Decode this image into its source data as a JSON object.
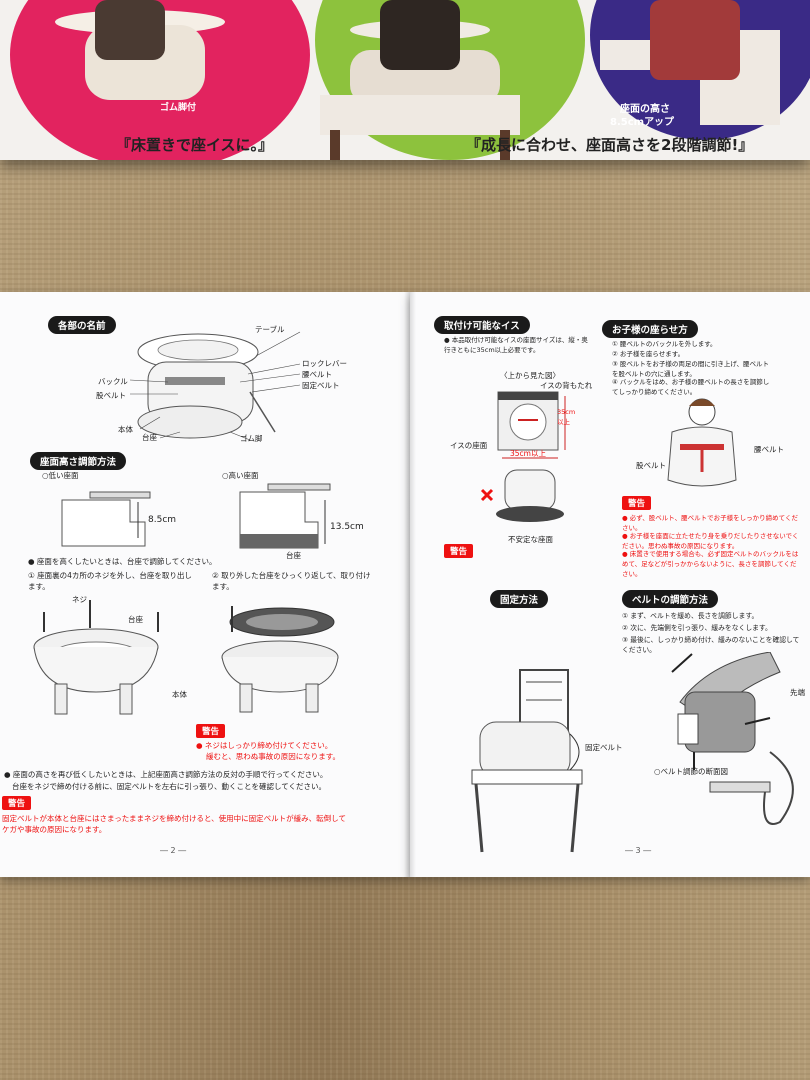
{
  "box": {
    "caption_left": "『床置きで座イスに。』",
    "caption_right": "『成長に合わせ、座面高さを2段階調節!』",
    "label_rubber_feet": "ゴム脚付",
    "label_seat_height": "座面の高さ",
    "label_seat_height_up": "8.5cmアップ",
    "colors": {
      "pink": "#e2235f",
      "green": "#8dc23d",
      "navy": "#3a2a86"
    }
  },
  "left_page": {
    "heading_parts": "各部の名前",
    "part_labels": [
      "テーブル",
      "ロックレバー",
      "腰ベルト",
      "固定ベルト",
      "バックル",
      "股ベルト",
      "本体",
      "台座",
      "ゴム脚"
    ],
    "heading_height": "座面高さ調節方法",
    "low_seat": "○低い座面",
    "high_seat": "○高い座面",
    "dim_low": "8.5cm",
    "dim_high": "13.5cm",
    "base_label": "台座",
    "note_raise": "● 座面を高くしたいときは、台座で調節してください。",
    "step1": "① 座面裏の4カ所のネジを外し、台座を取り出します。",
    "step2": "② 取り外した台座をひっくり返して、取り付けます。",
    "screw_label": "ネジ",
    "base_label2": "台座",
    "body_label": "本体",
    "warning_badge": "警告",
    "warning_text1": "● ネジはしっかり締め付けてください。",
    "warning_text2": "緩むと、思わぬ事故の原因になります。",
    "note_lower1": "● 座面の高さを再び低くしたいときは、上記座面高さ調節方法の反対の手順で行ってください。",
    "note_lower2": "台座をネジで締め付ける前に、固定ベルトを左右に引っ張り、動くことを確認してください。",
    "warning_bottom_badge": "警告",
    "warning_bottom1": "固定ベルトが本体と台座にはさまったままネジを締め付けると、使用中に固定ベルトが緩み、転倒して",
    "warning_bottom2": "ケガや事故の原因になります。",
    "page_number": "― 2 ―"
  },
  "right_page": {
    "heading_chairs": "取付け可能なイス",
    "chair_note": "● 本品取付け可能なイスの座面サイズは、縦・奥行きともに35cm以上必要です。",
    "top_view": "〈上から見た図〉",
    "chair_back": "イスの背もたれ",
    "chair_seat": "イスの座面",
    "dim_35_side": "35cm以上",
    "dim_35_bottom": "35cm以上",
    "unstable_seat": "不安定な座面",
    "warning_badge": "警告",
    "heading_attach": "固定方法",
    "fix_belt": "固定ベルト",
    "heading_seating": "お子様の座らせ方",
    "seat_step1": "① 腰ベルトのバックルを外します。",
    "seat_step2": "② お子様を座らせます。",
    "seat_step3": "③ 股ベルトをお子様の両足の間に引き上げ、腰ベルトを股ベルトの穴に通します。",
    "seat_step4": "④ バックルをはめ、お子様の腰ベルトの長さを調節してしっかり締めてください。",
    "waist_belt": "腰ベルト",
    "crotch_belt": "股ベルト",
    "warning2_badge": "警告",
    "warning2_1": "● 必ず、股ベルト、腰ベルトでお子様をしっかり締めてください。",
    "warning2_2": "● お子様を座面に立たせたり身を乗りだしたりさせないでください。思わぬ事故の原因になります。",
    "warning2_3": "● 床置きで使用する場合も、必ず固定ベルトのバックルをはめて、足などが引っかからないように、長さを調節してください。",
    "heading_belt": "ベルトの調節方法",
    "belt_step1": "① まず、ベルトを緩め、長さを調節します。",
    "belt_step2": "② 次に、先端側を引っ張り、緩みをなくします。",
    "belt_step3": "③ 最後に、しっかり締め付け、緩みのないことを確認してください。",
    "tip_label": "先端",
    "belt_section": "○ベルト調節の断面図",
    "page_number": "― 3 ―"
  }
}
